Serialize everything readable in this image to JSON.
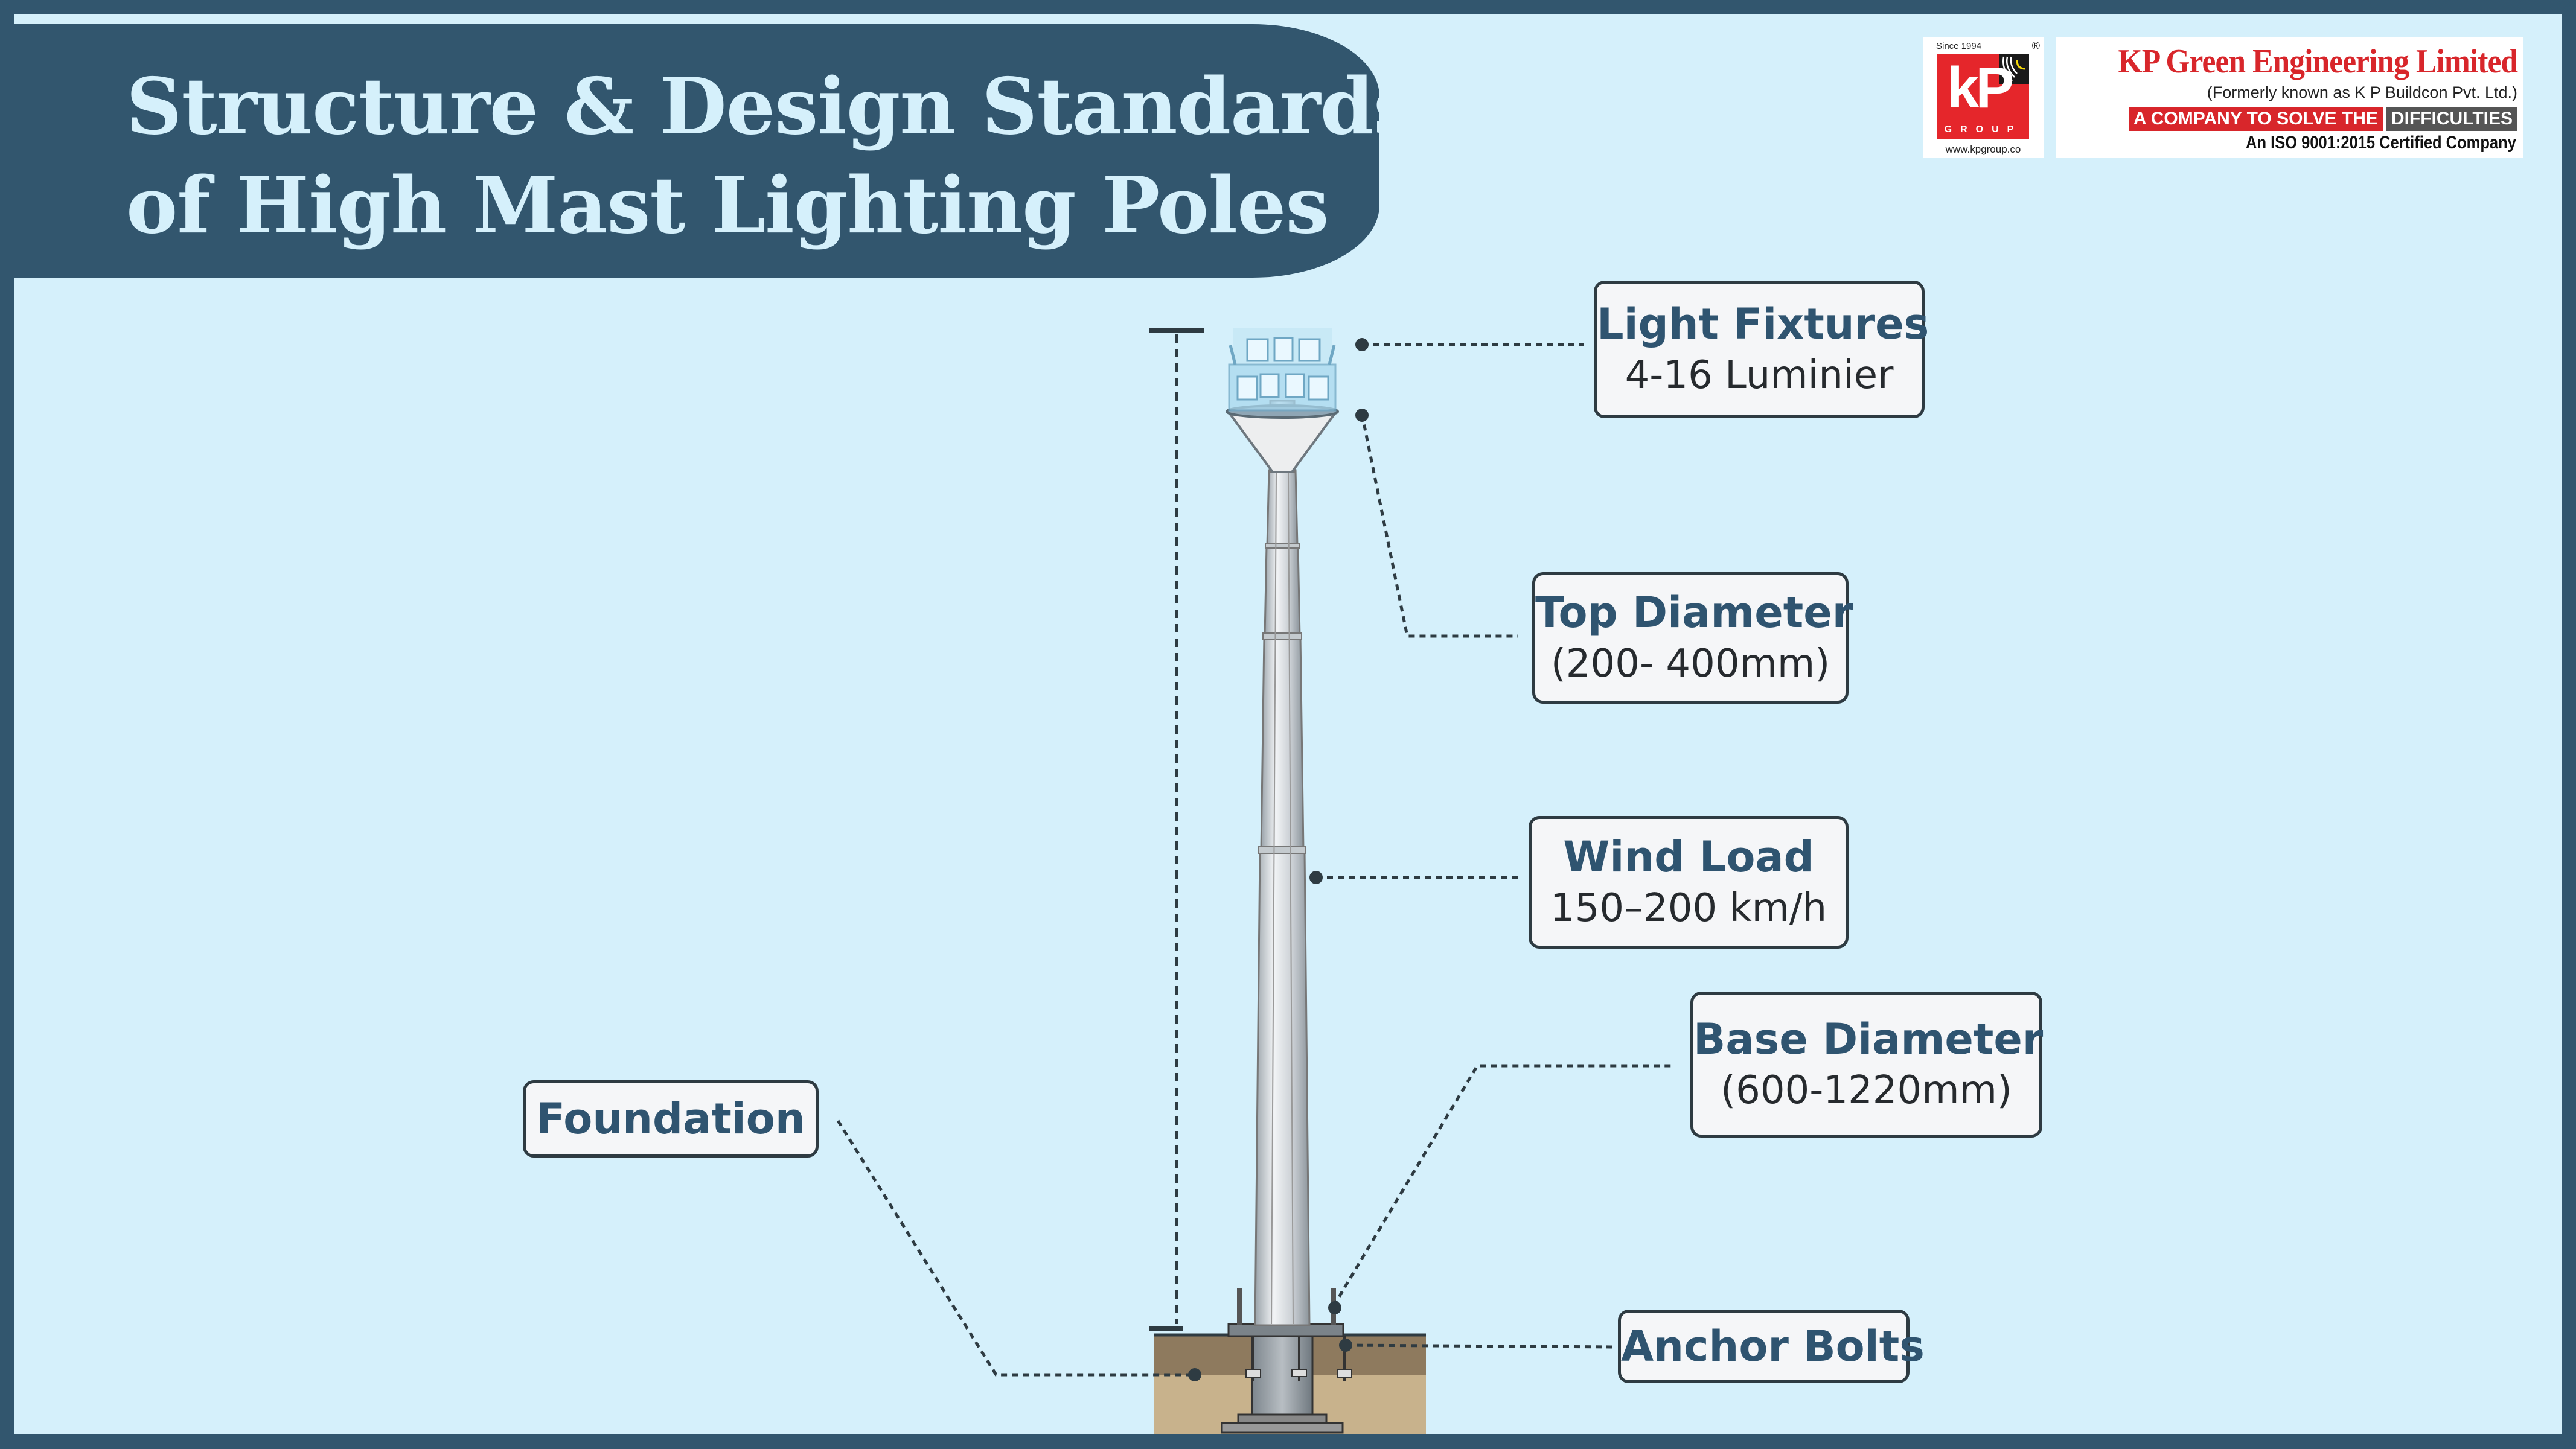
{
  "title": {
    "line1": "Structure & Design Standards",
    "line2": "of High Mast Lighting Poles"
  },
  "logo": {
    "since": "Since 1994",
    "registered": "®",
    "monogram": "kP",
    "group": "GROUP",
    "url": "www.kpgroup.co"
  },
  "company": {
    "name": "KP Green Engineering Limited",
    "formerly": "(Formerly known as K P Buildcon Pvt. Ltd.)",
    "tagline_red": "A COMPANY TO SOLVE THE",
    "tagline_grey": "DIFFICULTIES",
    "certification": "An ISO 9001:2015 Certified Company"
  },
  "callouts": {
    "light_fixtures": {
      "heading": "Light Fixtures",
      "value": "4-16 Luminier"
    },
    "top_diameter": {
      "heading": "Top Diameter",
      "value": "(200- 400mm)"
    },
    "wind_load": {
      "heading": "Wind Load",
      "value": "150–200 km/h"
    },
    "base_diameter": {
      "heading": "Base Diameter",
      "value": "(600-1220mm)"
    },
    "foundation": {
      "heading": "Foundation"
    },
    "anchor_bolts": {
      "heading": "Anchor Bolts"
    }
  },
  "colors": {
    "frame": "#32566E",
    "background": "#D5F0FB",
    "heading_text": "#2F5470",
    "brand_red": "#D8262B",
    "soil_top": "#8E7A5E",
    "soil_bottom": "#C8B28C"
  }
}
